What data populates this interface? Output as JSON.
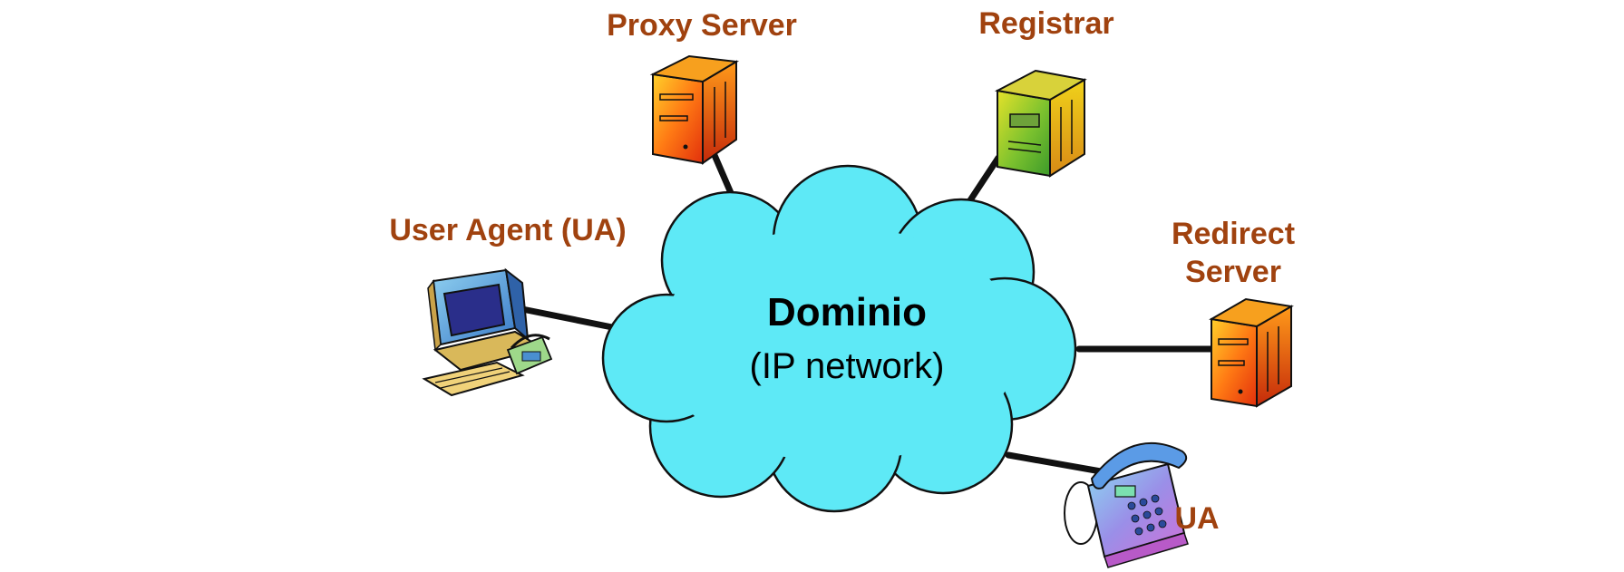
{
  "network": {
    "title": "Dominio",
    "subtitle": "(IP network)",
    "fill_color": "#5ee9f6"
  },
  "nodes": {
    "proxy_server": {
      "label": "Proxy Server",
      "icon": "server-tower-icon",
      "color": "#f25a12"
    },
    "registrar": {
      "label": "Registrar",
      "icon": "server-tower-icon",
      "color": "#72b52c"
    },
    "user_agent": {
      "label": "User Agent (UA)",
      "icon": "desktop-computer-icon"
    },
    "redirect_server": {
      "label_line1": "Redirect",
      "label_line2": "Server",
      "icon": "server-tower-icon",
      "color": "#f25a12"
    },
    "ua_phone": {
      "label": "UA",
      "icon": "telephone-icon"
    }
  },
  "label_color": "#a0420f"
}
